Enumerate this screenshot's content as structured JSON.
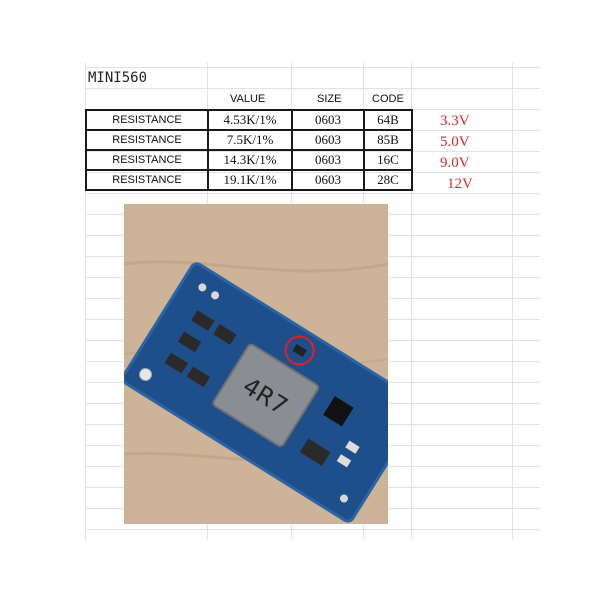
{
  "title": "MINI560",
  "headers": {
    "value": "VALUE",
    "size": "SIZE",
    "code": "CODE"
  },
  "rows": [
    {
      "label": "RESISTANCE",
      "value": "4.53K/1%",
      "size": "0603",
      "code": "64B",
      "voltage": "3.3V"
    },
    {
      "label": "RESISTANCE",
      "value": "7.5K/1%",
      "size": "0603",
      "code": "85B",
      "voltage": "5.0V"
    },
    {
      "label": "RESISTANCE",
      "value": "14.3K/1%",
      "size": "0603",
      "code": "16C",
      "voltage": "9.0V"
    },
    {
      "label": "RESISTANCE",
      "value": "19.1K/1%",
      "size": "0603",
      "code": "28C",
      "voltage": "12V"
    }
  ],
  "photo": {
    "inductor_marking": "4R7"
  },
  "colors": {
    "voltage_text": "#d42a2a",
    "pcb": "#1f4f8a",
    "highlight_circle": "#e02020"
  }
}
